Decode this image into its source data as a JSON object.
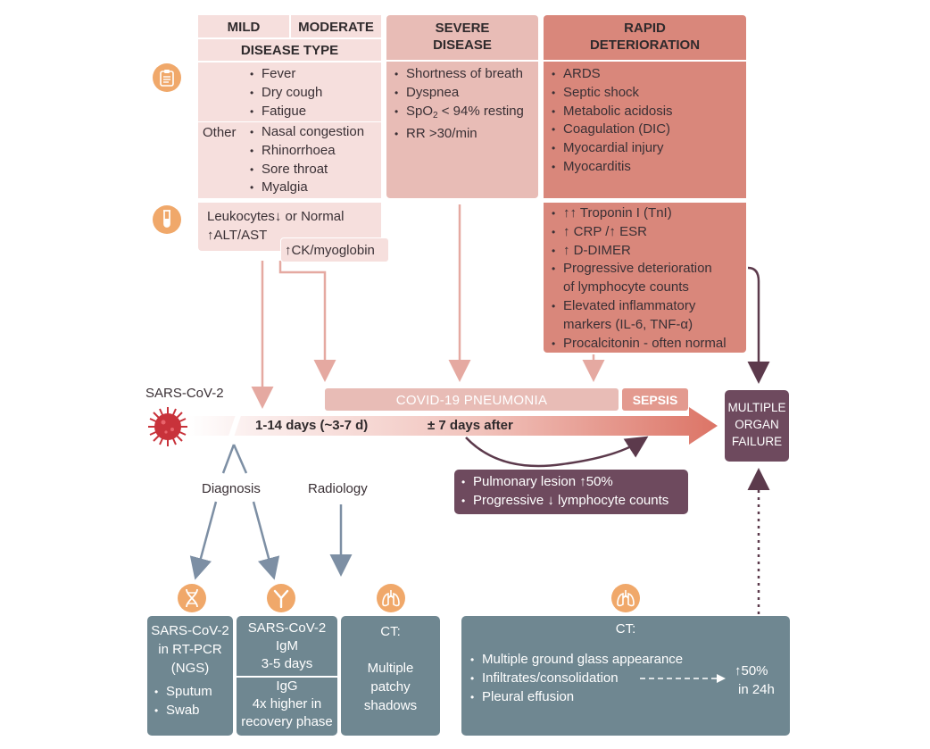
{
  "header": {
    "mild": "MILD",
    "moderate": "MODERATE",
    "disease_type": "DISEASE TYPE",
    "severe_line1": "SEVERE",
    "severe_line2": "DISEASE",
    "rapid_line1": "RAPID",
    "rapid_line2": "DETERIORATION"
  },
  "mild_symptoms": [
    "Fever",
    "Dry cough",
    "Fatigue"
  ],
  "other_label": "Other",
  "other_symptoms": [
    "Nasal congestion",
    "Rhinorrhoea",
    "Sore throat",
    "Myalgia"
  ],
  "severe_symptoms": {
    "item1": "Shortness of breath",
    "item2": "Dyspnea",
    "item3_prefix": "SpO",
    "item3_sub": "2",
    "item3_suffix": " < 94% resting",
    "item4": "RR >30/min"
  },
  "rapid_symptoms": [
    "ARDS",
    "Septic shock",
    "Metabolic acidosis",
    "Coagulation (DIC)",
    "Myocardial injury",
    "Myocarditis"
  ],
  "lab_mild": {
    "leukocytes": "Leukocytes",
    "or_normal": " or Normal",
    "alt_ast": "ALT/AST",
    "ck": "CK/myoglobin"
  },
  "lab_rapid": {
    "troponin": "Troponin I (TnI)",
    "crp": "CRP /",
    "esr": "ESR",
    "ddimer": "D-DIMER",
    "progressive_1": "Progressive deterioration",
    "progressive_2": "of lymphocyte counts",
    "elevated_1": "Elevated inflammatory",
    "elevated_2": "markers (IL-6, TNF-α)",
    "procalcitonin": "Procalcitonin - often normal"
  },
  "timeline": {
    "sars": "SARS-CoV-2",
    "days": "1-14 days (~3-7 d)",
    "after": "± 7 days after",
    "pneumonia": "COVID-19 PNEUMONIA",
    "sepsis": "SEPSIS",
    "mof_1": "MULTIPLE",
    "mof_2": "ORGAN",
    "mof_3": "FAILURE"
  },
  "pulmonary_box": {
    "line1": "Pulmonary lesion",
    "line1_value": "50%",
    "line2_prefix": "Progressive",
    "line2_suffix": "lymphocyte counts"
  },
  "labels": {
    "diagnosis": "Diagnosis",
    "radiology": "Radiology"
  },
  "bottom": {
    "pcr_1": "SARS-CoV-2",
    "pcr_2": "in RT-PCR",
    "pcr_3": "(NGS)",
    "pcr_items": [
      "Sputum",
      "Swab"
    ],
    "igm_1": "SARS-CoV-2",
    "igm_2": "IgM",
    "igm_3": "3-5 days",
    "igg_1": "IgG",
    "igg_2": "4x higher in",
    "igg_3": "recovery phase",
    "ct1_title": "CT:",
    "ct1_1": "Multiple",
    "ct1_2": "patchy",
    "ct1_3": "shadows",
    "ct2_title": "CT:",
    "ct2_items": [
      "Multiple ground glass appearance",
      "Infiltrates/consolidation",
      "Pleural effusion"
    ],
    "ct2_value": "50%",
    "ct2_time": "in 24h"
  },
  "colors": {
    "pale": "#f6dfdd",
    "mid": "#e8bcb6",
    "deep": "#d9877b",
    "slate": "#6f8791",
    "plum": "#6e4a5e",
    "icon": "#f0a86a",
    "virus": "#c8323a"
  },
  "icons": [
    "clipboard-icon",
    "test-tube-icon",
    "virus-icon",
    "dna-icon",
    "antibody-icon",
    "lungs-icon"
  ]
}
